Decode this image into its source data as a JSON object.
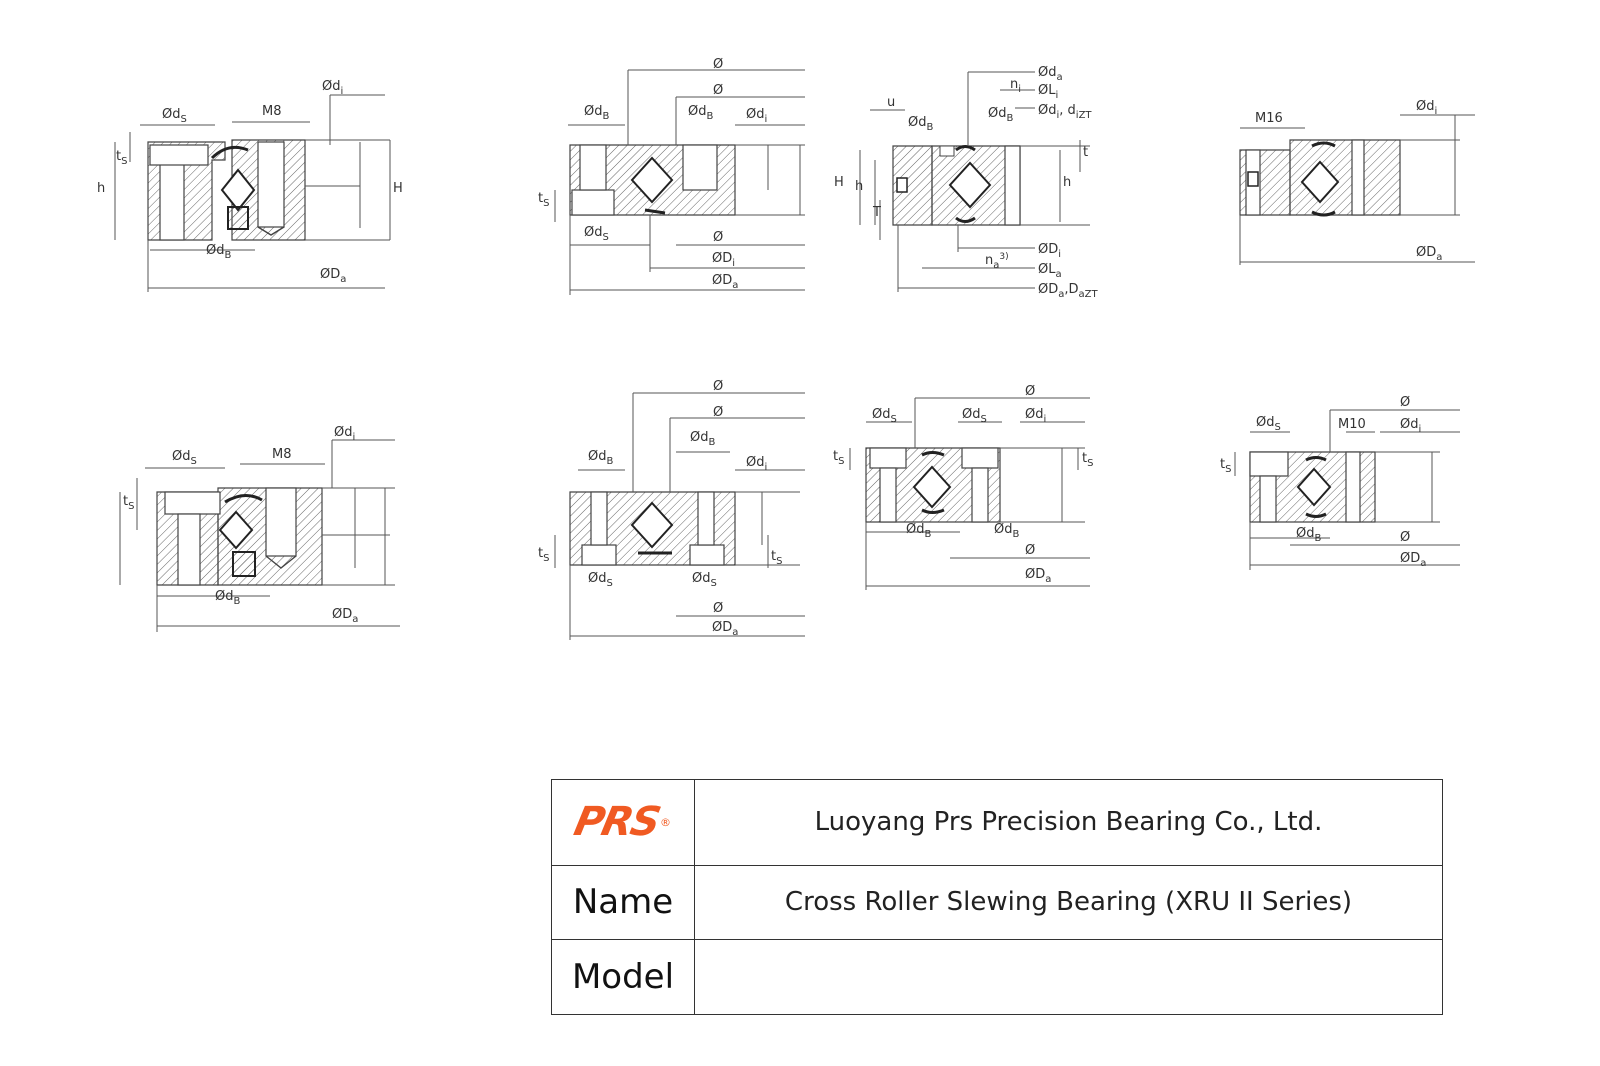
{
  "company": {
    "logo_text": "PRS",
    "logo_mark": "®",
    "name": "Luoyang Prs Precision Bearing Co., Ltd."
  },
  "table": {
    "name_label": "Name",
    "name_value": "Cross Roller Slewing Bearing (XRU II Series)",
    "model_label": "Model",
    "model_value": ""
  },
  "drawings": {
    "d1": {
      "ds": "Ød",
      "ds_sub": "S",
      "m": "M8",
      "di": "Ød",
      "di_sub": "i",
      "ts": "t",
      "ts_sub": "S",
      "h": "h",
      "H": "H",
      "dB": "Ød",
      "dB_sub": "B",
      "Da": "ØD",
      "Da_sub": "a"
    },
    "d2": {
      "top1": "Ø",
      "top2": "Ø",
      "dB1": "Ød",
      "dB1_sub": "B",
      "dB2": "Ød",
      "dB2_sub": "B",
      "di": "Ød",
      "di_sub": "i",
      "ts": "t",
      "ts_sub": "S",
      "ds": "Ød",
      "ds_sub": "S",
      "mid": "Ø",
      "Di": "ØD",
      "Di_sub": "i",
      "Da": "ØD",
      "Da_sub": "a"
    },
    "d3": {
      "da": "Ød",
      "da_sub": "a",
      "ni": "n",
      "ni_sub": "i",
      "Li": "ØL",
      "Li_sub": "i",
      "u": "u",
      "dB1": "Ød",
      "dB1_sub": "B",
      "dB2": "Ød",
      "dB2_sub": "B",
      "dizt": "Ød",
      "dizt_sub": "i",
      "dizt_tail": ", d",
      "dizt_tail_sub": "iZT",
      "t": "t",
      "H": "H",
      "h1": "h",
      "h2": "h",
      "T": "T",
      "Di": "ØD",
      "Di_sub": "i",
      "na": "n",
      "na_sub": "a",
      "na_sup": "3)",
      "La": "ØL",
      "La_sub": "a",
      "Da": "ØD",
      "Da_sub": "a",
      "Da_tail": ",D",
      "Da_tail_sub": "aZT"
    },
    "d4": {
      "m": "M16",
      "di": "Ød",
      "di_sub": "i",
      "Da": "ØD",
      "Da_sub": "a"
    },
    "d5": {
      "ds": "Ød",
      "ds_sub": "S",
      "m": "M8",
      "di": "Ød",
      "di_sub": "i",
      "ts": "t",
      "ts_sub": "S",
      "dB": "Ød",
      "dB_sub": "B",
      "Da": "ØD",
      "Da_sub": "a"
    },
    "d6": {
      "top1": "Ø",
      "top2": "Ø",
      "dB1": "Ød",
      "dB1_sub": "B",
      "dB2": "Ød",
      "dB2_sub": "B",
      "di": "Ød",
      "di_sub": "i",
      "ts1": "t",
      "ts1_sub": "S",
      "ts2": "t",
      "ts2_sub": "S",
      "ds1": "Ød",
      "ds1_sub": "S",
      "ds2": "Ød",
      "ds2_sub": "S",
      "mid": "Ø",
      "Da": "ØD",
      "Da_sub": "a"
    },
    "d7": {
      "top": "Ø",
      "ds1": "Ød",
      "ds1_sub": "S",
      "ds2": "Ød",
      "ds2_sub": "S",
      "di": "Ød",
      "di_sub": "i",
      "ts1": "t",
      "ts1_sub": "S",
      "ts2": "t",
      "ts2_sub": "S",
      "dB1": "Ød",
      "dB1_sub": "B",
      "dB2": "Ød",
      "dB2_sub": "B",
      "mid": "Ø",
      "Da": "ØD",
      "Da_sub": "a"
    },
    "d8": {
      "top": "Ø",
      "ds": "Ød",
      "ds_sub": "S",
      "m": "M10",
      "di": "Ød",
      "di_sub": "i",
      "ts": "t",
      "ts_sub": "S",
      "dB": "Ød",
      "dB_sub": "B",
      "mid": "Ø",
      "Da": "ØD",
      "Da_sub": "a"
    }
  }
}
